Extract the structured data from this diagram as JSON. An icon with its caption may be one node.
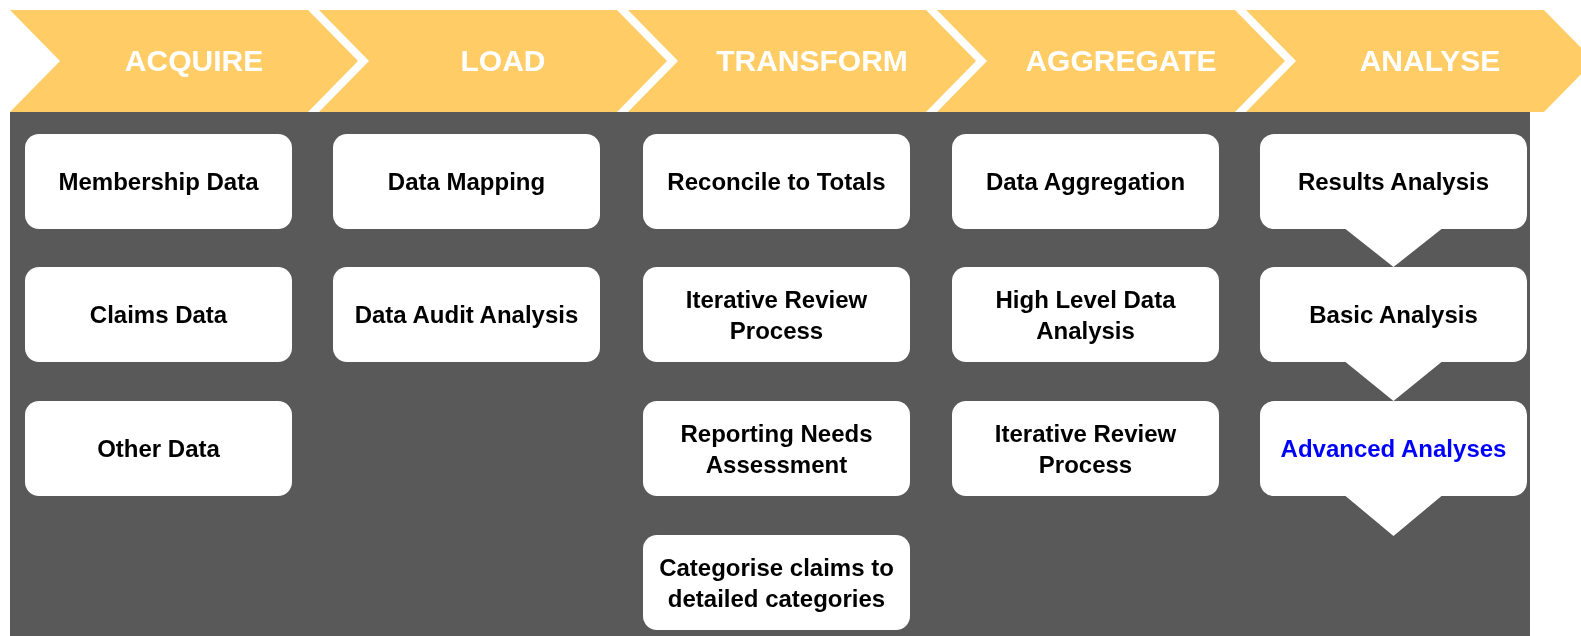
{
  "diagram": {
    "nodes": [
      {
        "text": [
          "ACQUIRE"
        ]
      },
      {
        "text": [
          "LOAD"
        ]
      },
      {
        "text": [
          "TRANSFORM"
        ]
      },
      {
        "text": [
          "AGGREGATE"
        ]
      },
      {
        "text": [
          "ANALYSE"
        ]
      },
      {
        "text": [
          "Membership Data"
        ]
      },
      {
        "text": [
          "Claims Data"
        ]
      },
      {
        "text": [
          "Other Data"
        ]
      },
      {
        "text": [
          "Data Mapping"
        ]
      },
      {
        "text": [
          "Data Audit Analysis"
        ]
      },
      {
        "text": [
          "Reconcile to Totals"
        ]
      },
      {
        "text": [
          "Iterative Review Process"
        ]
      },
      {
        "text": [
          "Reporting Needs Assessment"
        ]
      },
      {
        "text": [
          "Categorise claims to detailed categories"
        ]
      },
      {
        "text": [
          "Data Aggregation"
        ]
      },
      {
        "text": [
          "High Level Data Analysis"
        ]
      },
      {
        "text": [
          "Iterative Review Process"
        ]
      },
      {
        "text": [
          "Results Analysis"
        ]
      },
      {
        "text": [
          "Basic Analysis"
        ]
      },
      {
        "text": [
          "Advanced Analyses"
        ]
      }
    ],
    "edges": [
      {
        "from": 17,
        "to": 18,
        "arrow": "to"
      },
      {
        "from": 18,
        "to": 19,
        "arrow": "to"
      },
      {
        "from": 19,
        "to": null,
        "arrow": "to"
      }
    ]
  }
}
